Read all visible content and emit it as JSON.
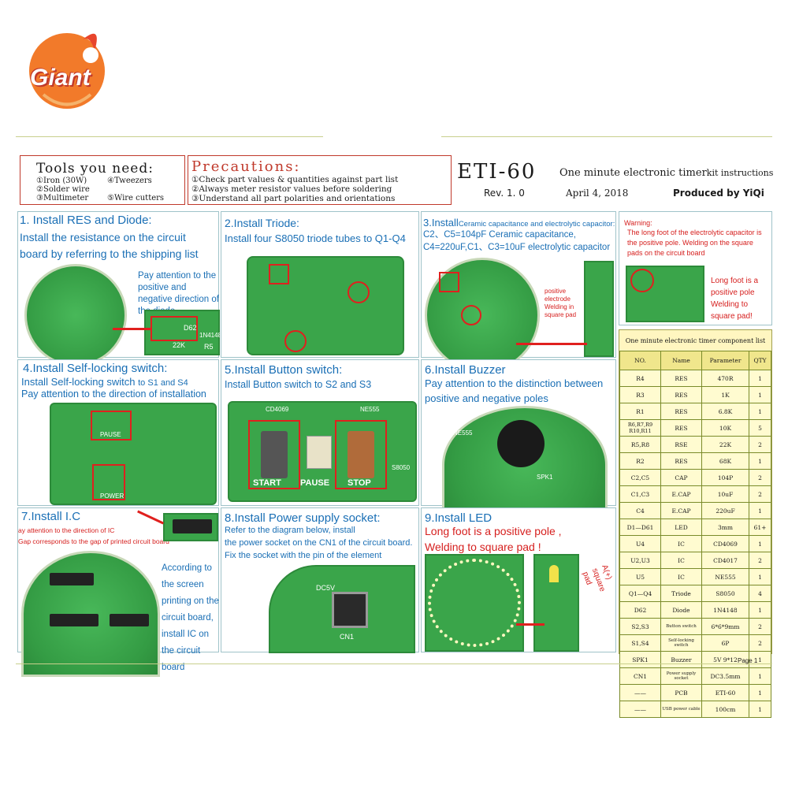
{
  "logo": {
    "text": "Giant"
  },
  "tools": {
    "title": "Tools you need:",
    "items": [
      "①Iron (30W)",
      "④Tweezers",
      "②Solder wire",
      "③Multimeter",
      "⑤Wire cutters"
    ]
  },
  "precautions": {
    "title": "Precautions:",
    "lines": [
      "①Check part values & quantities against part list",
      "②Always meter resistor values before soldering",
      "③Understand all part polarities and orientations"
    ]
  },
  "header": {
    "title": "ETI-60",
    "subtitle": "One minute electronic timer",
    "subtitle_suffix": "kit instructions",
    "rev": "Rev. 1. 0",
    "date": "April 4, 2018",
    "produced": "Produced by YiQi"
  },
  "steps": {
    "s1": {
      "title": "1. Install RES and Diode:",
      "text": "Install the resistance on the circuit board by referring to the shipping list",
      "note": "Pay attention to the positive and negative direction of the diode",
      "labels": [
        "D62",
        "1N4148",
        "22K",
        "R5"
      ]
    },
    "s2": {
      "title": "2.Install Triode:",
      "text": "Install four S8050 triode tubes to Q1-Q4"
    },
    "s3": {
      "title": "3.Install",
      "title_small": "Ceramic capacitance and electrolytic capacitor:",
      "line1": "C2、C5=104pF Ceramic capacitance,",
      "line2": "C4=220uF,C1、C3=10uF electrolytic capacitor",
      "note": "positive electrode Welding in square pad"
    },
    "warn": {
      "title": "Warning:",
      "text": "The long foot of the electrolytic capacitor is the positive pole. Welding on the square pads on the circuit board",
      "note": "Long foot is a positive pole Welding to square pad!"
    },
    "s4": {
      "title": "4.Install Self-locking switch:",
      "line1": "Install Self-locking switch",
      "line1_small": "to S1 and S4",
      "line2": "Pay attention to the direction of installation",
      "labels": [
        "PAUSE",
        "POWER"
      ]
    },
    "s5": {
      "title": "5.Install Button switch:",
      "text": "Install Button switch to S2 and S3",
      "labels": [
        "CD4069",
        "NE555",
        "START",
        "PAUSE",
        "STOP",
        "S8050"
      ]
    },
    "s6": {
      "title": "6.Install Buzzer",
      "text": "Pay attention to the distinction between positive and negative poles",
      "labels": [
        "SPK1",
        "NE555"
      ]
    },
    "s7": {
      "title": "7.Install I.C",
      "line1": "ay attention to the direction of IC",
      "line2": "Gap corresponds to the gap of printed circuit board",
      "note": "According to the screen printing on the circuit board, install IC on the circuit board"
    },
    "s8": {
      "title": "8.Install Power supply socket:",
      "line1": "Refer to the diagram below, install",
      "line2": "the power socket on the CN1 of the circuit board.",
      "line3": "Fix the socket with the pin of the element",
      "labels": [
        "DC5V",
        "CN1"
      ]
    },
    "s9": {
      "title": "9.Install LED",
      "line1": "Long foot is a positive pole ,",
      "line2": "Welding to square pad !",
      "note": "A(+) square pad"
    }
  },
  "component_list": {
    "title": "One minute electronic timer component list",
    "headers": [
      "NO.",
      "Name",
      "Parameter",
      "QTY"
    ],
    "rows": [
      [
        "R4",
        "RES",
        "470R",
        "1"
      ],
      [
        "R3",
        "RES",
        "1K",
        "1"
      ],
      [
        "R1",
        "RES",
        "6.8K",
        "1"
      ],
      [
        "R6,R7,R9 R10,R11",
        "RES",
        "10K",
        "5"
      ],
      [
        "R5,R8",
        "RSE",
        "22K",
        "2"
      ],
      [
        "R2",
        "RES",
        "68K",
        "1"
      ],
      [
        "C2,C5",
        "CAP",
        "104P",
        "2"
      ],
      [
        "C1,C3",
        "E.CAP",
        "10uF",
        "2"
      ],
      [
        "C4",
        "E.CAP",
        "220uF",
        "1"
      ],
      [
        "D1—D61",
        "LED",
        "3mm",
        "61+"
      ],
      [
        "U4",
        "IC",
        "CD4069",
        "1"
      ],
      [
        "U2,U3",
        "IC",
        "CD4017",
        "2"
      ],
      [
        "U5",
        "IC",
        "NE555",
        "1"
      ],
      [
        "Q1—Q4",
        "Triode",
        "S8050",
        "4"
      ],
      [
        "D62",
        "Diode",
        "1N4148",
        "1"
      ],
      [
        "S2,S3",
        "Button switch",
        "6*6*9mm",
        "2"
      ],
      [
        "S1,S4",
        "Self-locking switch",
        "6P",
        "2"
      ],
      [
        "SPK1",
        "Buzzer",
        "5V 9*12",
        "1"
      ],
      [
        "CN1",
        "Power supply socket",
        "DC3.5mm",
        "1"
      ],
      [
        "——",
        "PCB",
        "ETI-60",
        "1"
      ],
      [
        "——",
        "USB power cable",
        "100cm",
        "1"
      ]
    ]
  },
  "footer": {
    "page": "Page 1"
  }
}
